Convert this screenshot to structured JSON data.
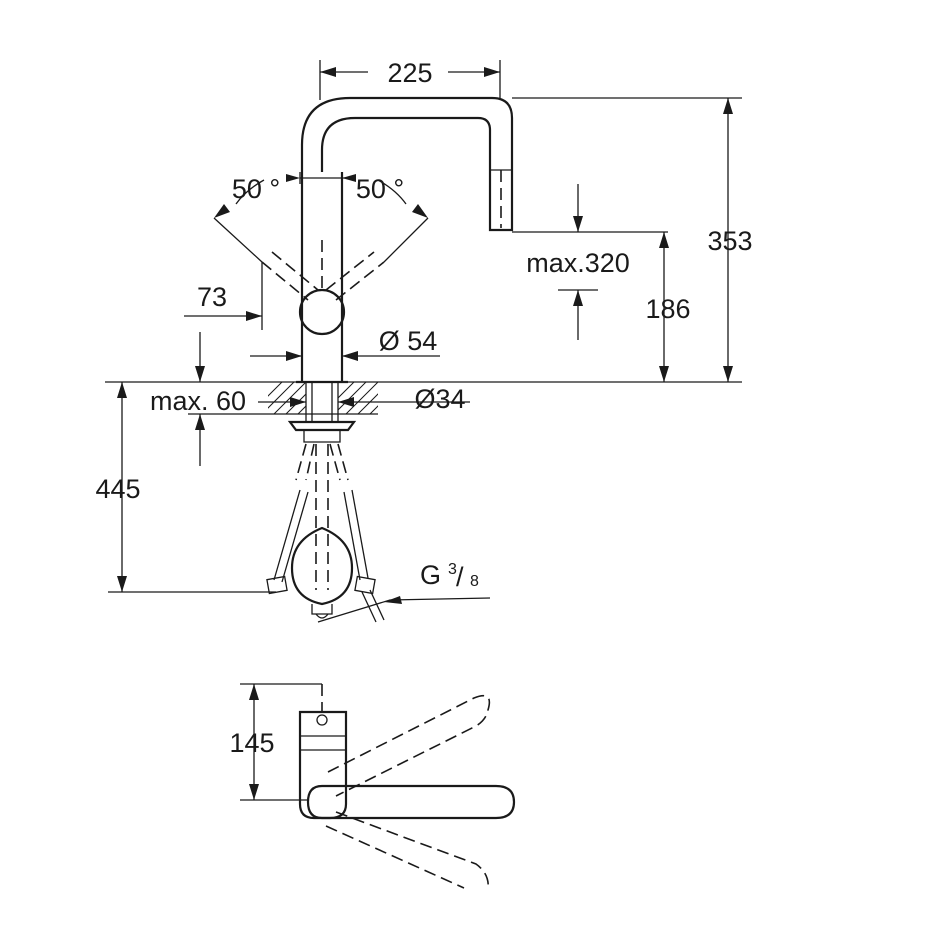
{
  "dimensions": {
    "spout_reach": "225",
    "swivel_left": "50 °",
    "swivel_right": "50 °",
    "lever_offset": "73",
    "body_diameter": "Ø 54",
    "outlet_height": "max.320",
    "total_height": "353",
    "lever_height": "186",
    "counter_thickness": "max. 60",
    "hole_diameter": "Ø34",
    "hose_length": "445",
    "connection_thread": "G",
    "connection_thread_num": "3",
    "connection_thread_den": "8",
    "top_view_depth": "145"
  }
}
